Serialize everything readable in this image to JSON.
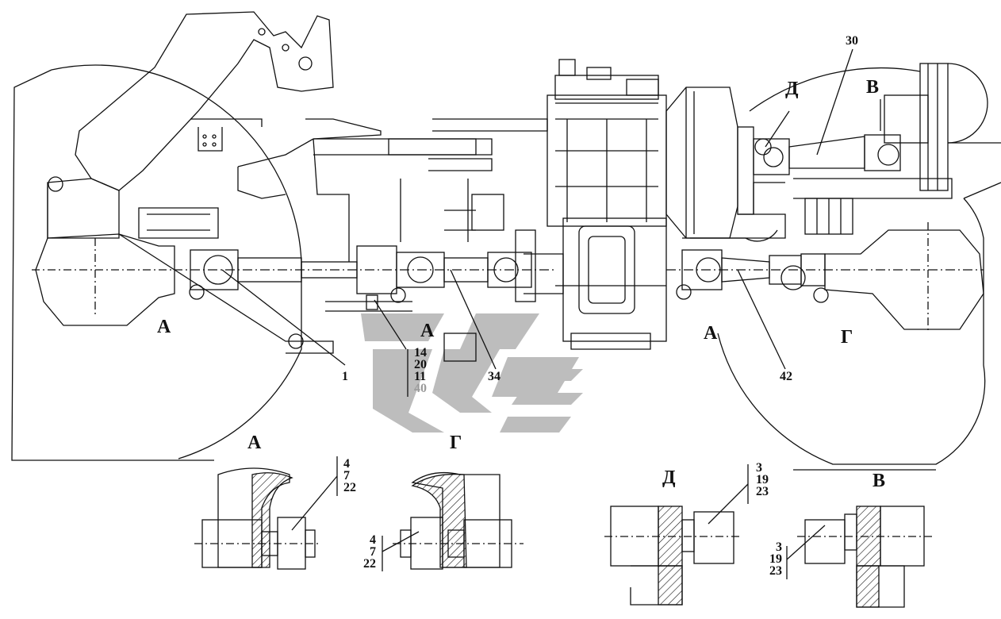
{
  "view_labels": {
    "A_top_left": "А",
    "A_center": "А",
    "A_right": "А",
    "G_right": "Г",
    "D_top": "Д",
    "V_top": "В",
    "A_detail": "А",
    "G_detail": "Г",
    "D_detail": "Д",
    "V_detail": "В"
  },
  "callouts": {
    "c1": "1",
    "c34": "34",
    "c42": "42",
    "c30": "30"
  },
  "stack_center": [
    "14",
    "20",
    "11",
    "40"
  ],
  "stack_A": [
    "4",
    "7",
    "22"
  ],
  "stack_G": [
    "4",
    "7",
    "22"
  ],
  "stack_D": [
    "3",
    "19",
    "23"
  ],
  "stack_V": [
    "3",
    "19",
    "23"
  ],
  "colors": {
    "line": "#111111",
    "watermark": "#b9b9b9"
  }
}
